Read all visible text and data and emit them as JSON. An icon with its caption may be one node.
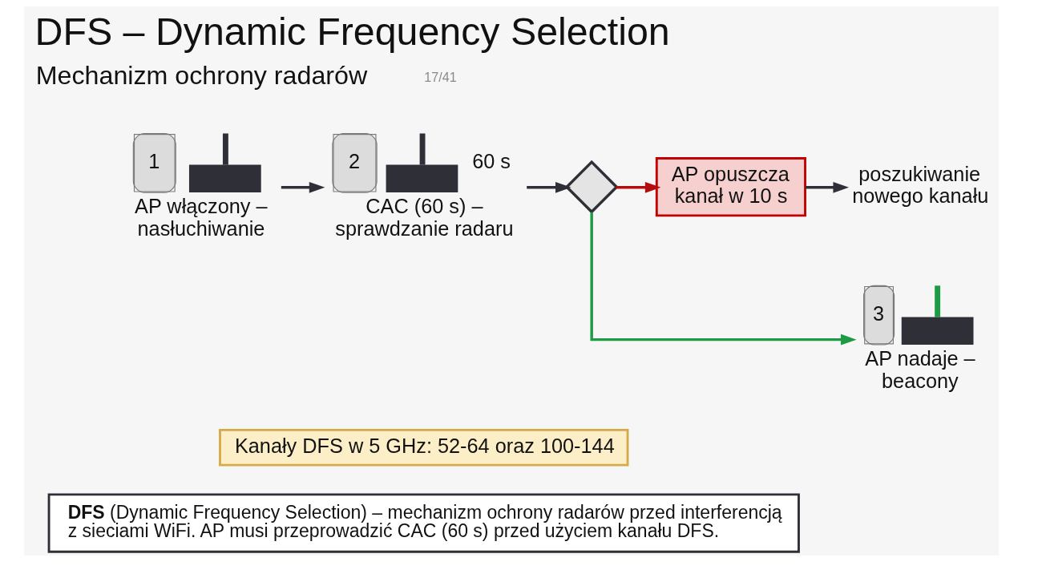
{
  "diagram": {
    "title": "DFS – Dynamic Frequency Selection",
    "nodes": [
      {
        "text": [
          "1",
          "AP włączony – nasłuchiwanie"
        ]
      },
      {
        "text": [
          "2",
          "60 s",
          "CAC (60 s) – sprawdzanie radaru"
        ]
      },
      {
        "text": [],
        "shape": "diamond"
      },
      {
        "text": [
          "AP opuszcza kanał w 10 s"
        ]
      },
      {
        "text": [
          "poszukiwanie nowego kanału"
        ]
      },
      {
        "text": [
          "3",
          "AP nadaje – beacony"
        ]
      },
      {
        "text": [
          "Kanały DFS w 5 GHz: 52-64 oraz 100-144"
        ]
      },
      {
        "text": [
          "**DFS** (Dynamic Frequency Selection) – mechanizm ochrony radarów przed interferencją z sieciami WiFi. AP musi przeprowadzić CAC (60 s) przed użyciem kanału DFS."
        ]
      }
    ],
    "edges": [
      {
        "from": 0,
        "to": 1,
        "arrow": "to"
      },
      {
        "from": 1,
        "to": 2,
        "arrow": "to"
      },
      {
        "from": 2,
        "to": 3,
        "arrow": "to",
        "color": "#b50d0d"
      },
      {
        "from": 3,
        "to": 4,
        "arrow": "to"
      },
      {
        "from": 2,
        "to": 5,
        "arrow": "to",
        "color": "#1d9a44"
      }
    ],
    "labels": [
      "17/41",
      "Mechanizm ochrony radarów"
    ]
  }
}
